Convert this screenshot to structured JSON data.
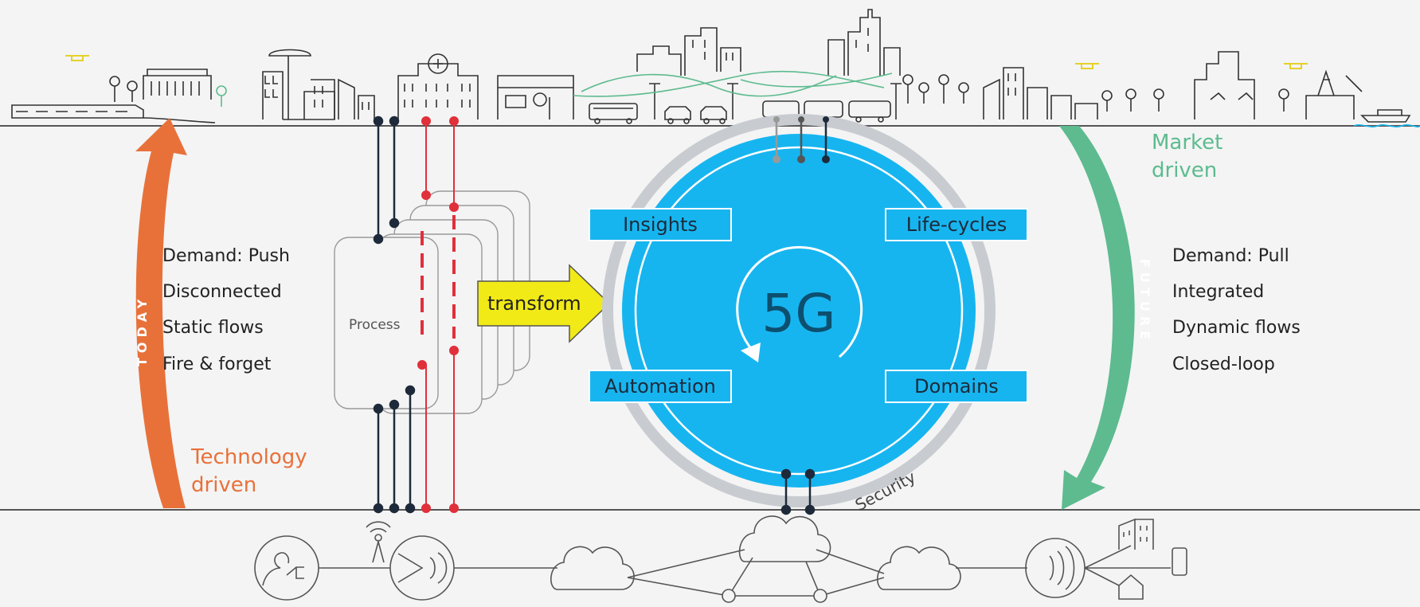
{
  "colors": {
    "background": "#f4f4f4",
    "line": "#555555",
    "today_arrow": "#e8713a",
    "future_arrow": "#5dbb8f",
    "core_blue": "#17b5f0",
    "ring_grey": "#c8ccd1",
    "transform_yellow": "#f2ea16",
    "red_link": "#e0303a",
    "dark_link": "#1e2a3a"
  },
  "today": {
    "label": "TODAY",
    "driver": "Technology\ndriven",
    "items": [
      "Demand: Push",
      "Disconnected",
      "Static flows",
      "Fire & forget"
    ]
  },
  "future": {
    "label": "FUTURE",
    "driver": "Market\ndriven",
    "items": [
      "Demand: Pull",
      "Integrated",
      "Dynamic flows",
      "Closed-loop"
    ]
  },
  "process": {
    "label": "Process"
  },
  "transform": {
    "label": "transform"
  },
  "core": {
    "label": "5G",
    "security": "Security",
    "boxes": {
      "insights": "Insights",
      "lifecycles": "Life-cycles",
      "automation": "Automation",
      "domains": "Domains"
    }
  },
  "icons": {
    "skyline": "city-skyline-icon",
    "drones": "drone-icon",
    "vehicles": "vehicle-icon",
    "cloud": "cloud-icon",
    "antenna": "antenna-icon",
    "worker": "worker-robot-icon",
    "wireless": "wireless-node-icon",
    "devices": [
      "building-icon",
      "phone-icon",
      "house-icon"
    ]
  }
}
